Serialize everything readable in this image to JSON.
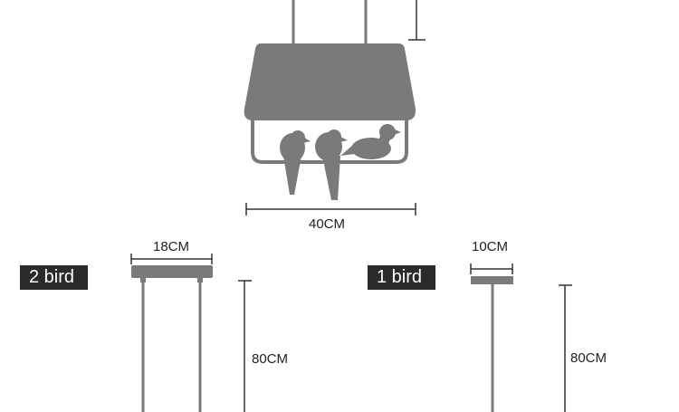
{
  "dimensions": {
    "top_width": "40CM",
    "two_bird_canopy_width": "18CM",
    "two_bird_cord_length": "80CM",
    "one_bird_canopy_width": "10CM",
    "one_bird_cord_length": "80CM"
  },
  "variants": {
    "two_bird_label": "2 bird",
    "one_bird_label": "1 bird"
  },
  "colors": {
    "lamp": "#7a7a7a",
    "line": "#333333",
    "label_bg": "#2a2a2a",
    "label_text": "#ffffff"
  }
}
